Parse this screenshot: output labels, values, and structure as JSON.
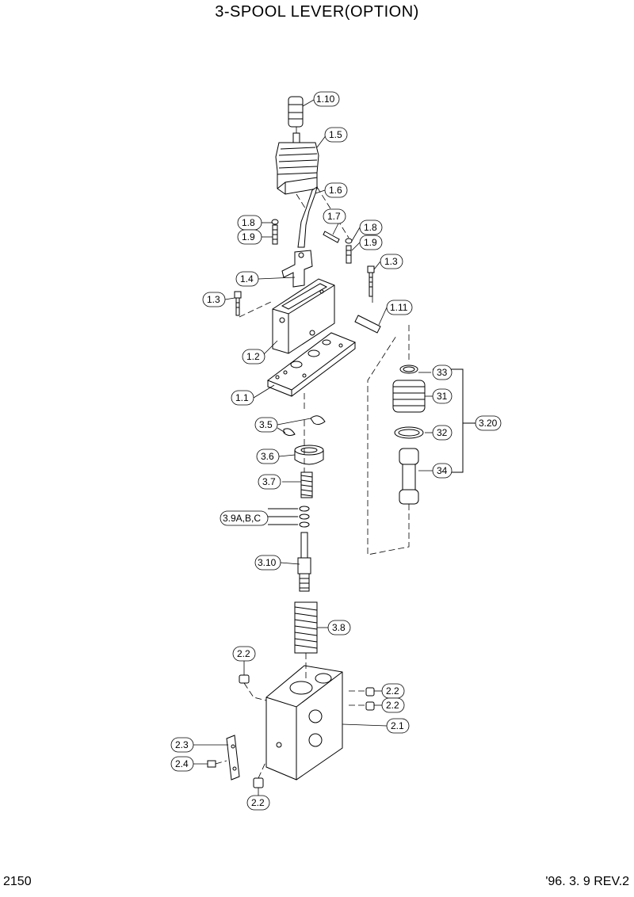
{
  "title": "3-SPOOL LEVER(OPTION)",
  "page_number": "2150",
  "revision": "'96. 3. 9  REV.2",
  "labels": {
    "l1_10": "1.10",
    "l1_5": "1.5",
    "l1_6": "1.6",
    "l1_7": "1.7",
    "l1_8a": "1.8",
    "l1_9a": "1.9",
    "l1_8b": "1.8",
    "l1_9b": "1.9",
    "l1_3a": "1.3",
    "l1_4": "1.4",
    "l1_3b": "1.3",
    "l1_11": "1.11",
    "l1_2": "1.2",
    "l1_1": "1.1",
    "l33": "33",
    "l31": "31",
    "l32": "32",
    "l34": "34",
    "l3_20": "3.20",
    "l3_5": "3.5",
    "l3_6": "3.6",
    "l3_7": "3.7",
    "l3_9": "3.9A,B,C",
    "l3_10": "3.10",
    "l3_8": "3.8",
    "l2_2a": "2.2",
    "l2_2b": "2.2",
    "l2_2c": "2.2",
    "l2_1": "2.1",
    "l2_3": "2.3",
    "l2_4": "2.4",
    "l2_2d": "2.2"
  }
}
